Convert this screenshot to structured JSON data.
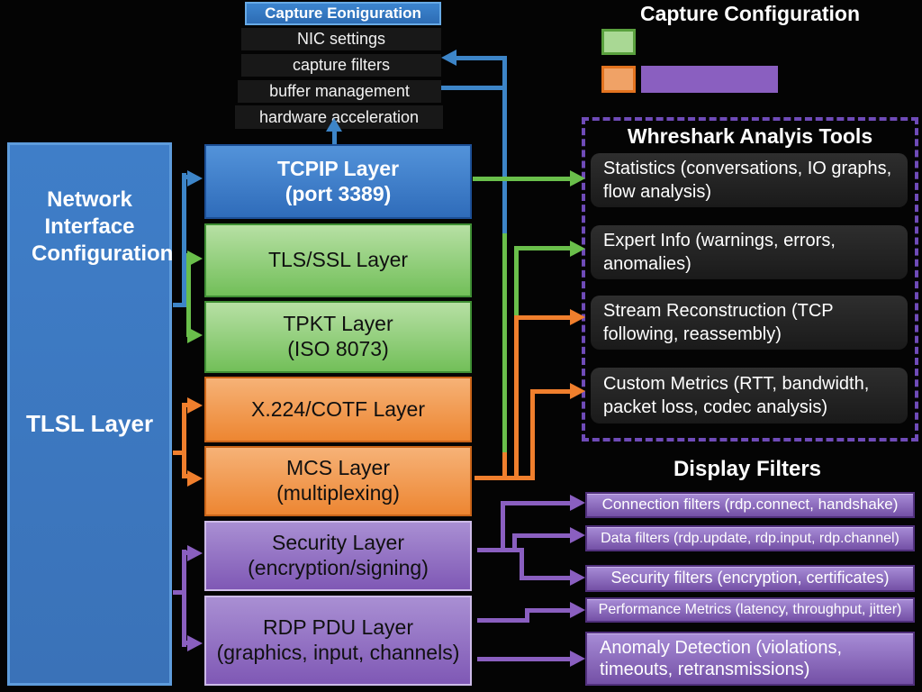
{
  "colors": {
    "blue": "#3d85c8",
    "green": "#6abf4b",
    "orange": "#f07f2d",
    "purple": "#8a5fc0",
    "panel_blue": "#3a77c2",
    "dark_box": "#1c1c1c"
  },
  "capture_stack": {
    "header": "Capture Eoniguration",
    "items": [
      "NIC settings",
      "capture filters",
      "buffer management",
      "hardware acceleration"
    ]
  },
  "capture_legend": {
    "title": "Capture Configuration"
  },
  "network_panel": {
    "title": "Network Interface Configuration",
    "layer_label": "TLSL Layer"
  },
  "protocol_stack": [
    {
      "label": "TCPIP Layer",
      "sublabel": "(port 3389)",
      "color": "blue"
    },
    {
      "label": "TLS/SSL Layer",
      "sublabel": "",
      "color": "green"
    },
    {
      "label": "TPKT Layer",
      "sublabel": "(ISO 8073)",
      "color": "green"
    },
    {
      "label": "X.224/COTF Layer",
      "sublabel": "",
      "color": "orange"
    },
    {
      "label": "MCS Layer",
      "sublabel": "(multiplexing)",
      "color": "orange"
    },
    {
      "label": "Security Layer",
      "sublabel": "(encryption/signing)",
      "color": "purple"
    },
    {
      "label": "RDP PDU Layer",
      "sublabel": "(graphics, input, channels)",
      "color": "purple"
    }
  ],
  "analysis_tools": {
    "title": "Whreshark Analyis Tools",
    "items": [
      "Statistics (conversations, IO graphs, flow analysis)",
      "Expert Info (warnings, errors, anomalies)",
      "Stream Reconstruction (TCP following, reassembly)",
      "Custom Metrics (RTT, bandwidth, packet loss, codec analysis)"
    ]
  },
  "display_filters": {
    "title": "Display Filters",
    "items": [
      "Connection filters (rdp.connect, handshake)",
      "Data filters (rdp.update, rdp.input, rdp.channel)",
      "Security filters (encryption, certificates)",
      "Performance Metrics (latency, throughput, jitter)",
      "Anomaly Detection (violations, timeouts, retransmissions)"
    ]
  }
}
